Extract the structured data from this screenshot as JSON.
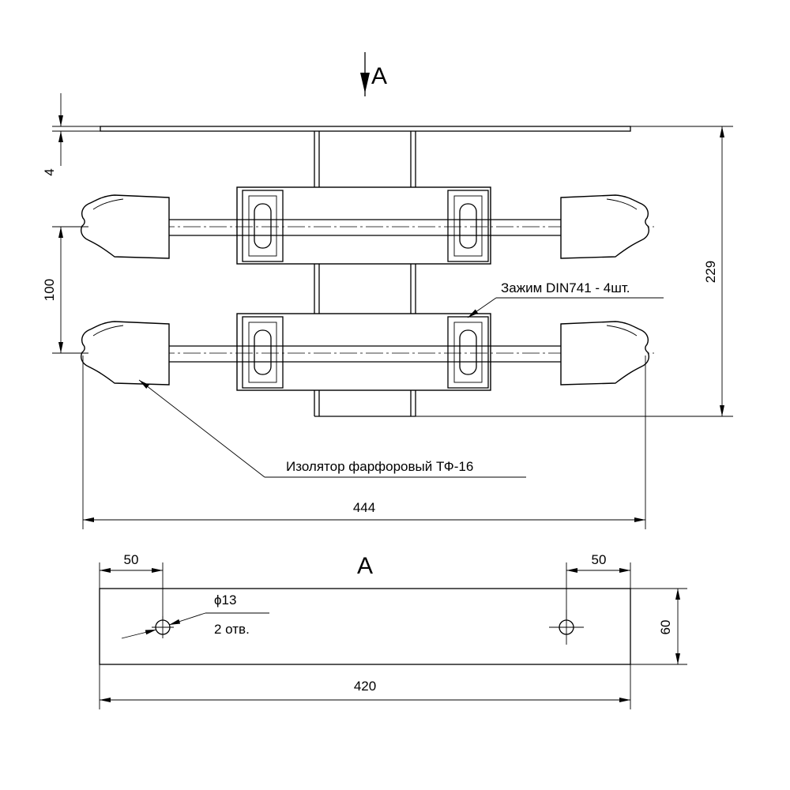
{
  "dimensions": {
    "plate_thickness": "4",
    "height_total": "229",
    "spacing": "100",
    "width_total": "444",
    "base_length": "420",
    "base_width": "60",
    "hole_offset_left": "50",
    "hole_offset_right": "50",
    "hole_diameter": "ϕ13",
    "hole_count": "2 отв."
  },
  "labels": {
    "clamp": "Зажим DIN741 - 4шт.",
    "insulator": "Изолятор фарфоровый ТФ-16"
  },
  "views": {
    "section_marker": "A",
    "view_title": "A"
  }
}
